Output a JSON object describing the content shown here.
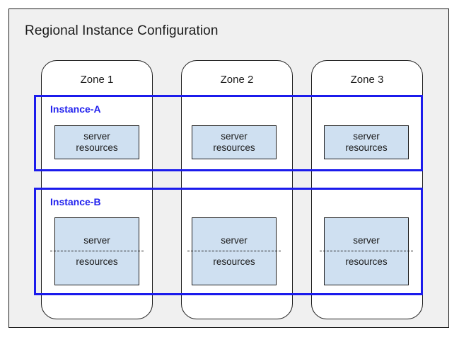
{
  "diagram": {
    "title": "Regional Instance Configuration",
    "background_color": "#f0f0f0",
    "border_color": "#1d1d1d",
    "accent_color": "#1b1bec",
    "resource_fill_color": "#cfe0f1"
  },
  "zones": [
    {
      "label": "Zone 1"
    },
    {
      "label": "Zone 2"
    },
    {
      "label": "Zone 3"
    }
  ],
  "instances": [
    {
      "label": "Instance-A",
      "resources": [
        {
          "line1": "server",
          "line2": "resources"
        },
        {
          "line1": "server",
          "line2": "resources"
        },
        {
          "line1": "server",
          "line2": "resources"
        }
      ]
    },
    {
      "label": "Instance-B",
      "resources": [
        {
          "line1": "server",
          "line2": "resources"
        },
        {
          "line1": "server",
          "line2": "resources"
        },
        {
          "line1": "server",
          "line2": "resources"
        }
      ]
    }
  ]
}
